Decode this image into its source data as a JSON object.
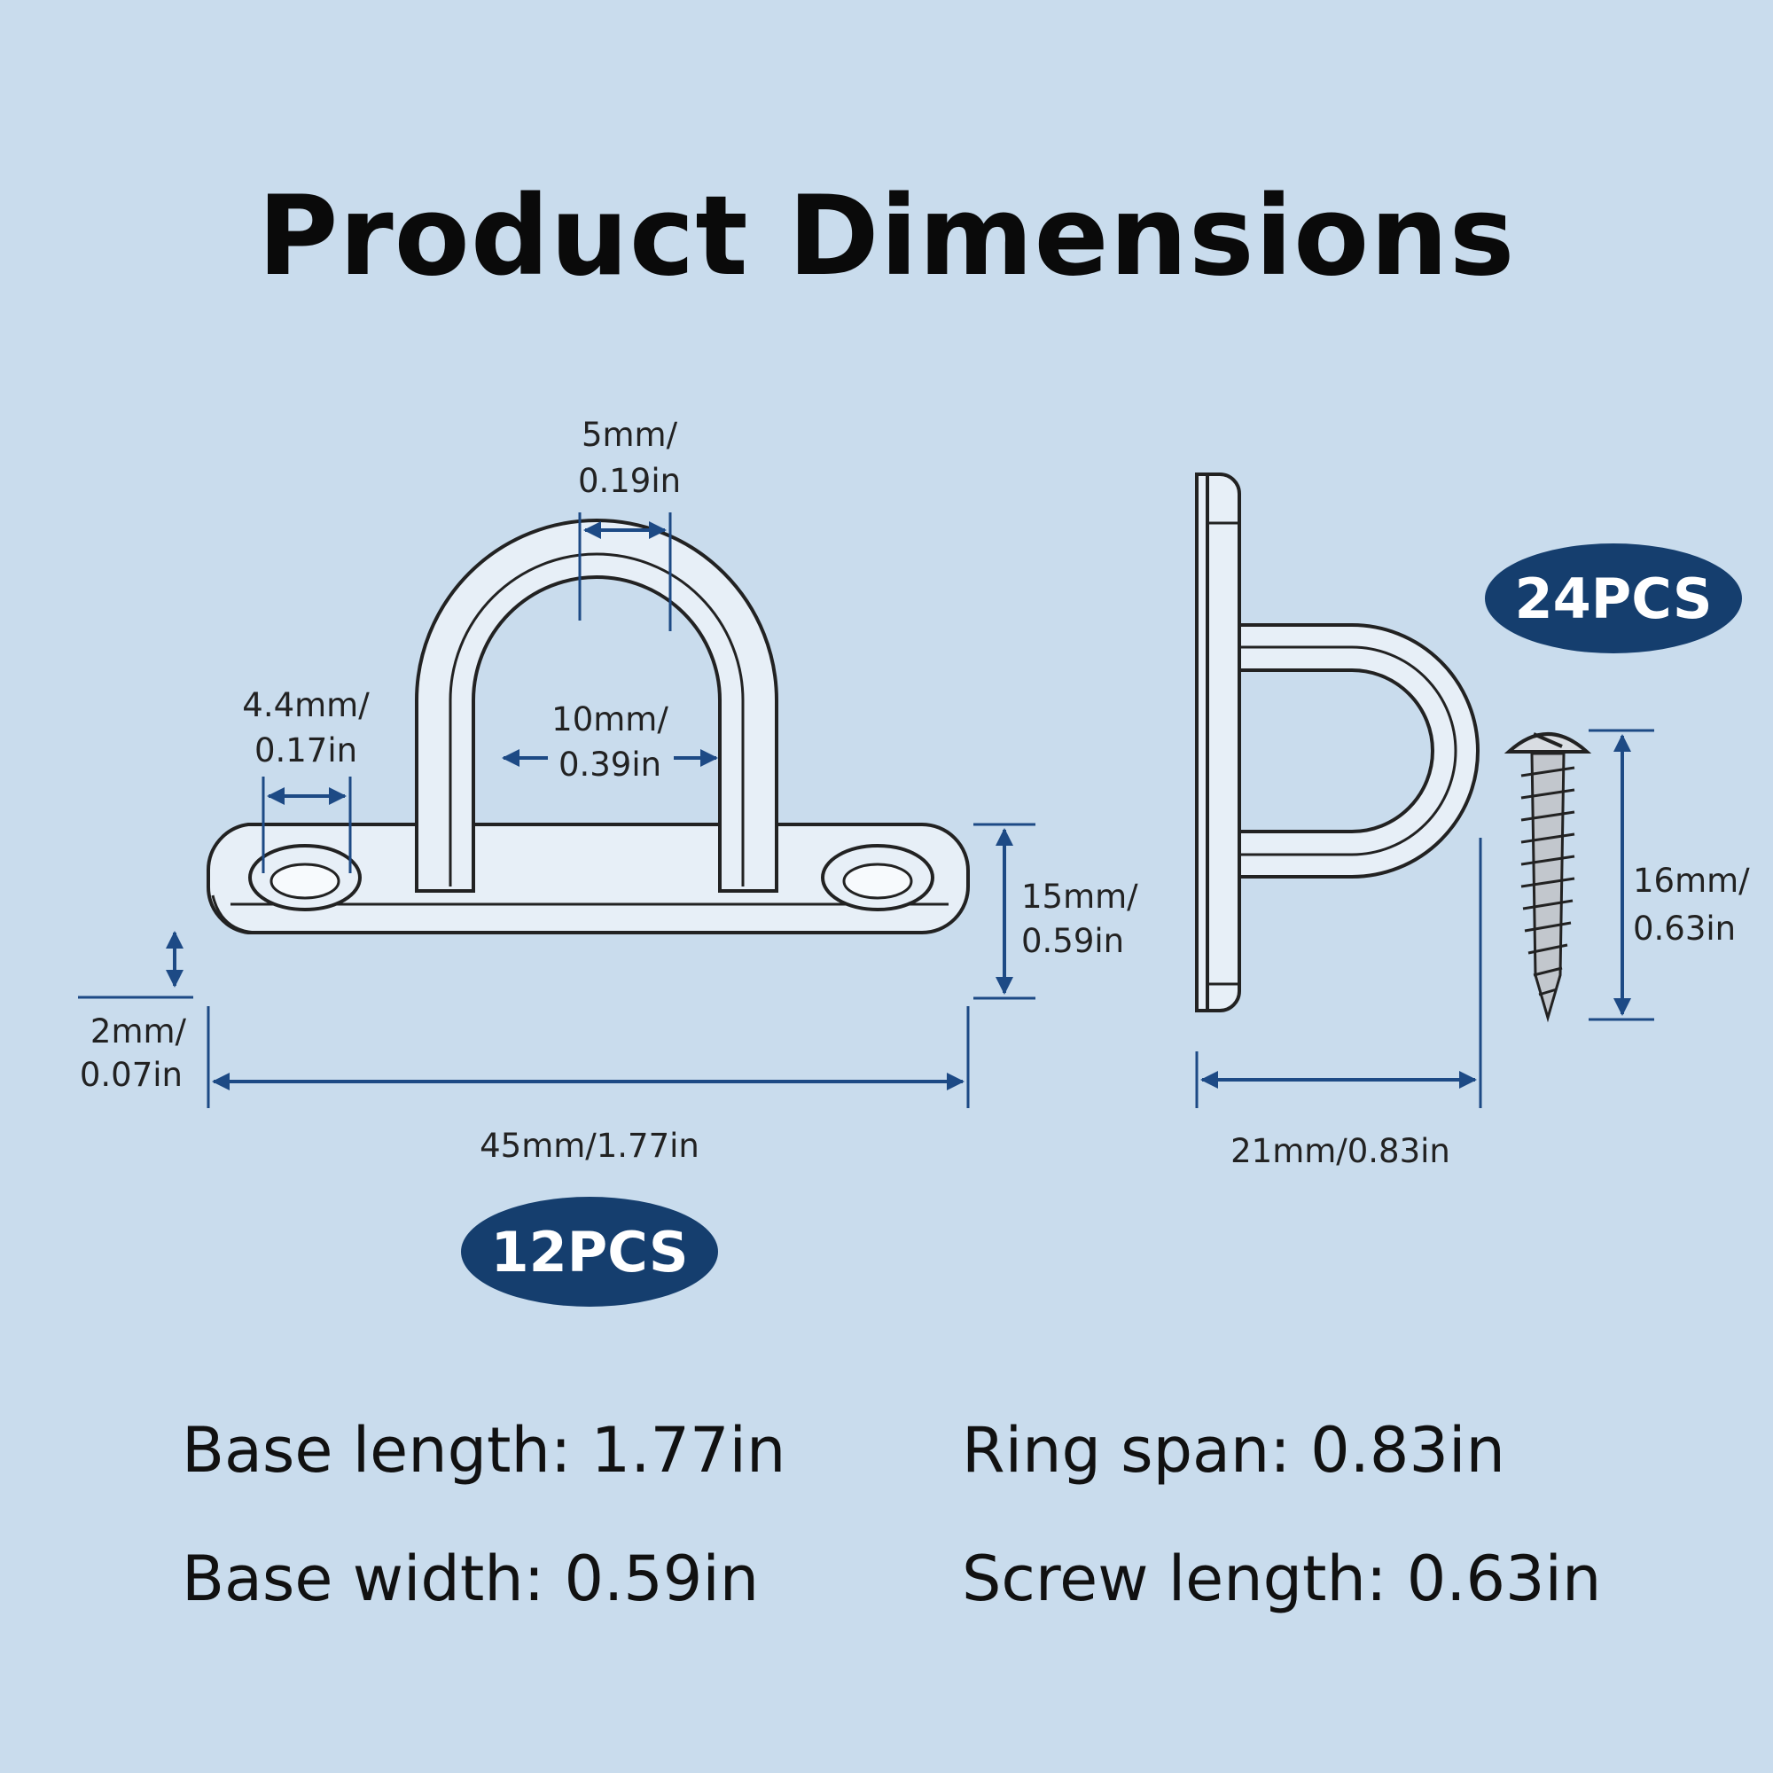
{
  "title": "Product Dimensions",
  "dimensions": {
    "rod_diameter": [
      "5mm/",
      "0.19in"
    ],
    "hole_diameter": [
      "4.4mm/",
      "0.17in"
    ],
    "inner_span": [
      "10mm/",
      "0.39in"
    ],
    "base_width": [
      "15mm/",
      "0.59in"
    ],
    "thickness": [
      "2mm/",
      "0.07in"
    ],
    "base_length": "45mm/1.77in",
    "side_depth": "21mm/0.83in",
    "screw_length": [
      "16mm/",
      "0.63in"
    ]
  },
  "badges": {
    "pad_eye_count": "12PCS",
    "screw_count": "24PCS"
  },
  "specs": {
    "base_length": "Base length: 1.77in",
    "base_width": "Base width: 0.59in",
    "ring_span": "Ring span: 0.83in",
    "screw_length": "Screw length: 0.63in"
  },
  "colors": {
    "background": "#c9dced",
    "arrow": "#1d4a85",
    "badge": "#153e6e",
    "part_fill": "#e7eff7",
    "outline": "#222222"
  }
}
